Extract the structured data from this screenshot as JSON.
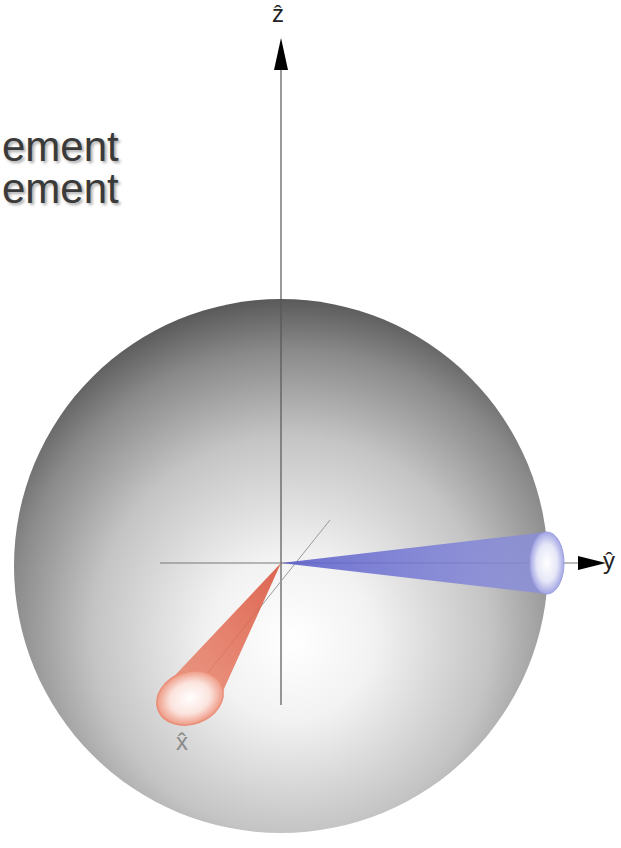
{
  "diagram": {
    "labels": [
      "ement",
      "ement",
      "ẑ",
      "ŷ",
      "x̂"
    ]
  }
}
